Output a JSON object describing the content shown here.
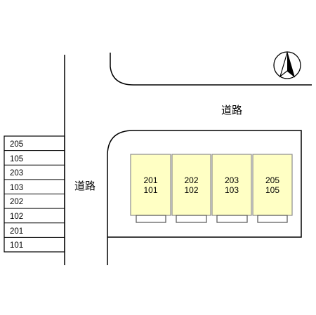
{
  "north_symbol": "north-arrow",
  "roads": {
    "top_label": "道路",
    "left_label": "道路"
  },
  "colors": {
    "building_fill": "#ffffc4",
    "building_stroke": "#8c8c8c",
    "line": "#000000"
  },
  "parking_slots": [
    "205",
    "105",
    "203",
    "103",
    "202",
    "102",
    "201",
    "101"
  ],
  "buildings": [
    {
      "top": "201",
      "bottom": "101"
    },
    {
      "top": "202",
      "bottom": "102"
    },
    {
      "top": "203",
      "bottom": "103"
    },
    {
      "top": "205",
      "bottom": "105"
    }
  ]
}
